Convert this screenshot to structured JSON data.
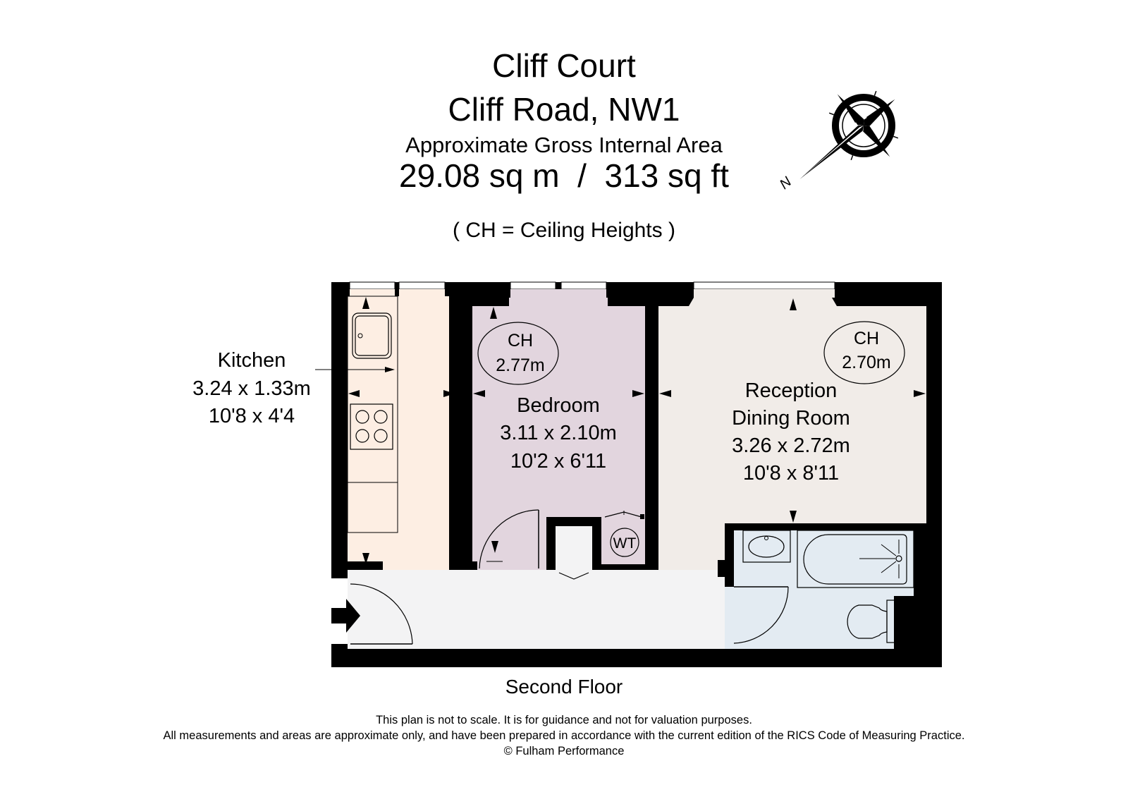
{
  "header": {
    "building": "Cliff Court",
    "address": "Cliff Road, NW1",
    "area_label": "Approximate Gross Internal Area",
    "area_value": "29.08 sq m  /  313 sq ft",
    "legend": "( CH = Ceiling Heights )"
  },
  "compass": {
    "icon": "compass-rose-icon",
    "north_label": "N"
  },
  "rooms": {
    "kitchen": {
      "name": "Kitchen",
      "metric": "3.24 x 1.33m",
      "imperial": "10'8 x 4'4",
      "color": "#fdeee3"
    },
    "bedroom": {
      "name": "Bedroom",
      "metric": "3.11 x 2.10m",
      "imperial": "10'2 x 6'11",
      "ceiling_label": "CH",
      "ceiling_height": "2.77m",
      "color": "#e2d5de"
    },
    "reception": {
      "name_line1": "Reception",
      "name_line2": "Dining Room",
      "metric": "3.26 x 2.72m",
      "imperial": "10'8 x 8'11",
      "ceiling_label": "CH",
      "ceiling_height": "2.70m",
      "color": "#f1ece8"
    },
    "bathroom": {
      "color": "#e3ebf2"
    },
    "hallway": {
      "color": "#f3f3f4"
    },
    "cupboard": {
      "label": "WT"
    }
  },
  "floor": {
    "label": "Second Floor"
  },
  "disclaimer": {
    "line1": "This plan is not to scale. It is for guidance and not for valuation purposes.",
    "line2": "All measurements and areas are approximate only, and have been prepared in accordance with the current edition of the RICS Code of Measuring Practice.",
    "line3": "© Fulham Performance"
  }
}
